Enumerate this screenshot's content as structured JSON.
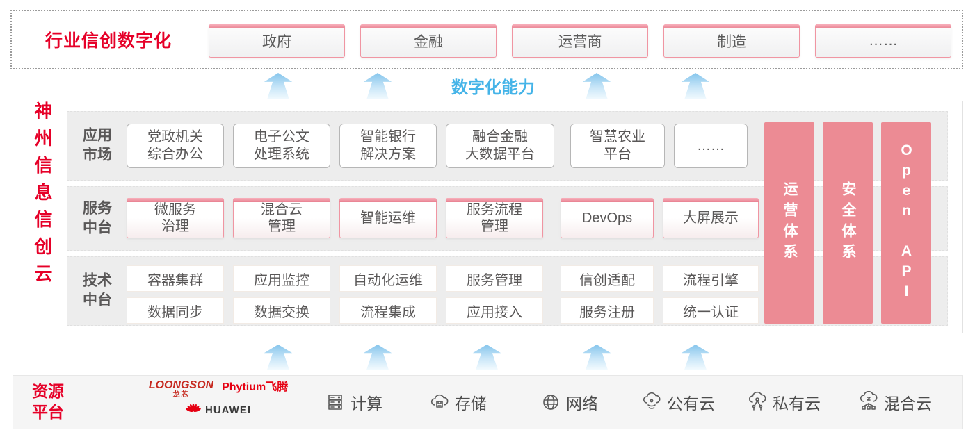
{
  "top_banner": {
    "title": "行业信创数字化",
    "industries": [
      "政府",
      "金融",
      "运营商",
      "制造",
      "……"
    ]
  },
  "capability": {
    "label": "数字化能力"
  },
  "platform": {
    "vertical_title": "神州信息信创云",
    "sections": [
      {
        "label": "应用\n市场",
        "items": [
          "党政机关\n综合办公",
          "电子公文\n处理系统",
          "智能银行\n解决方案",
          "融合金融\n大数据平台",
          "智慧农业\n平台",
          "……"
        ]
      },
      {
        "label": "服务\n中台",
        "items": [
          "微服务\n治理",
          "混合云\n管理",
          "智能运维",
          "服务流程\n管理",
          "DevOps",
          "大屏展示"
        ]
      },
      {
        "label": "技术\n中台",
        "items_row1": [
          "容器集群",
          "应用监控",
          "自动化运维",
          "服务管理",
          "信创适配",
          "流程引擎"
        ],
        "items_row2": [
          "数据同步",
          "数据交换",
          "流程集成",
          "应用接入",
          "服务注册",
          "统一认证"
        ]
      }
    ],
    "pillars": [
      "运营体系",
      "安全体系",
      "Open API"
    ]
  },
  "resource": {
    "title": "资源\n平台",
    "vendors": {
      "loongson": "LOONGSON",
      "loongson_cn": "龙芯",
      "phytium": "Phytium飞腾",
      "huawei": "HUAWEI"
    },
    "items": [
      {
        "icon": "compute-icon",
        "label": "计算"
      },
      {
        "icon": "storage-icon",
        "label": "存储"
      },
      {
        "icon": "network-icon",
        "label": "网络"
      },
      {
        "icon": "public-cloud-icon",
        "label": "公有云"
      },
      {
        "icon": "private-cloud-icon",
        "label": "私有云"
      },
      {
        "icon": "hybrid-cloud-icon",
        "label": "混合云"
      }
    ]
  },
  "colors": {
    "accent_red": "#e60028",
    "pillar_pink": "#ec8b94",
    "capability_blue": "#45b4e8"
  }
}
